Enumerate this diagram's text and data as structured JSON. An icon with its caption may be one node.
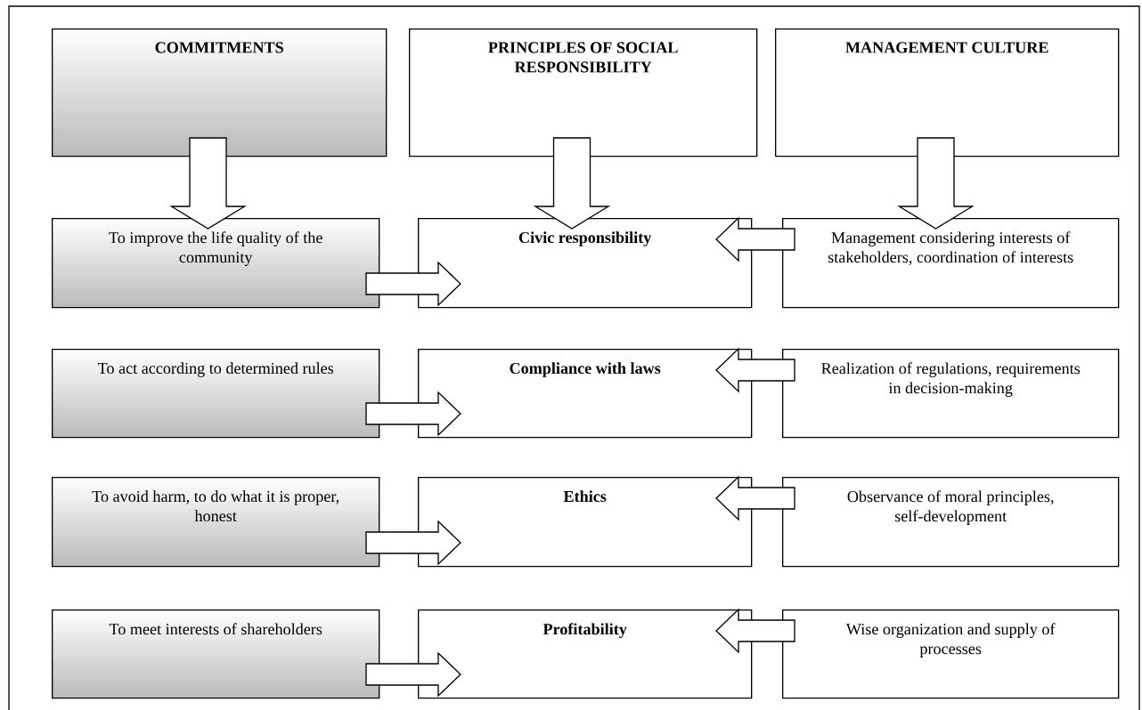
{
  "diagram": {
    "nodes": [
      {
        "text": [
          "COMMITMENTS"
        ]
      },
      {
        "text": [
          "PRINCIPLES OF SOCIAL RESPONSIBILITY"
        ]
      },
      {
        "text": [
          "MANAGEMENT CULTURE"
        ]
      },
      {
        "text": [
          "To improve the life quality of the community"
        ]
      },
      {
        "text": [
          "Civic responsibility"
        ]
      },
      {
        "text": [
          "Management considering interests of stakeholders, coordination of interests"
        ]
      },
      {
        "text": [
          "To act according to determined rules"
        ]
      },
      {
        "text": [
          "Compliance with laws"
        ]
      },
      {
        "text": [
          "Realization of regulations, requirements in decision-making"
        ]
      },
      {
        "text": [
          "To avoid harm, to do what it is proper, honest"
        ]
      },
      {
        "text": [
          "Ethics"
        ]
      },
      {
        "text": [
          "Observance of moral principles, self-development"
        ]
      },
      {
        "text": [
          "To meet interests of shareholders"
        ]
      },
      {
        "text": [
          "Profitability"
        ]
      },
      {
        "text": [
          "Wise organization and supply of processes"
        ]
      }
    ],
    "edges": [
      {
        "from": 0,
        "to": 3,
        "arrow": "to"
      },
      {
        "from": 1,
        "to": 4,
        "arrow": "to"
      },
      {
        "from": 2,
        "to": 5,
        "arrow": "to"
      },
      {
        "from": 3,
        "to": 4,
        "arrow": "to"
      },
      {
        "from": 5,
        "to": 4,
        "arrow": "to"
      },
      {
        "from": 6,
        "to": 7,
        "arrow": "to"
      },
      {
        "from": 8,
        "to": 7,
        "arrow": "to"
      },
      {
        "from": 9,
        "to": 10,
        "arrow": "to"
      },
      {
        "from": 11,
        "to": 10,
        "arrow": "to"
      },
      {
        "from": 12,
        "to": 13,
        "arrow": "to"
      },
      {
        "from": 14,
        "to": 13,
        "arrow": "to"
      }
    ]
  }
}
